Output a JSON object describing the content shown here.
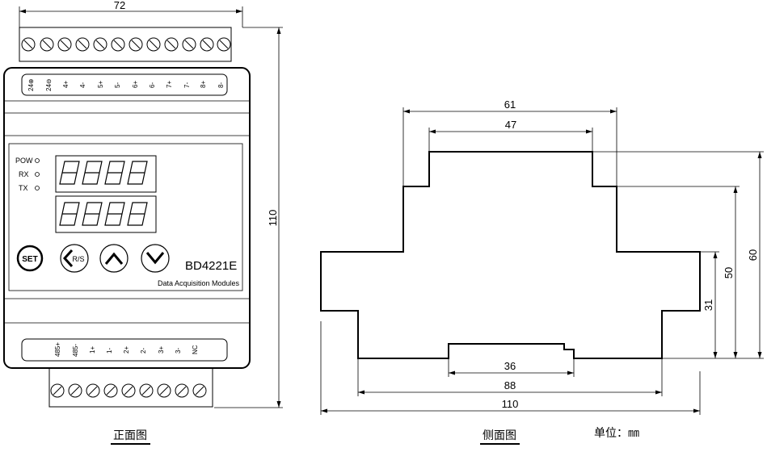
{
  "front": {
    "width_dim": "72",
    "height_dim": "110",
    "top_pins": [
      "24⊕",
      "24⊖",
      "4+",
      "4-",
      "5+",
      "5-",
      "6+",
      "6-",
      "7+",
      "7-",
      "8+",
      "8-"
    ],
    "bottom_pins": [
      "485+",
      "485-",
      "1+",
      "1-",
      "2+",
      "2-",
      "3+",
      "3-",
      "NC"
    ],
    "indicators": [
      "POW",
      "RX",
      "TX"
    ],
    "buttons": [
      "SET",
      "R/S"
    ],
    "model": "BD4221E",
    "description": "Data Acquisition Modules",
    "caption": "正面图"
  },
  "side": {
    "dims": {
      "d61": "61",
      "d47": "47",
      "d60": "60",
      "d50": "50",
      "d31": "31",
      "d36": "36",
      "d88": "88",
      "d110": "110"
    },
    "caption": "侧面图"
  },
  "unit": "单位：㎜"
}
